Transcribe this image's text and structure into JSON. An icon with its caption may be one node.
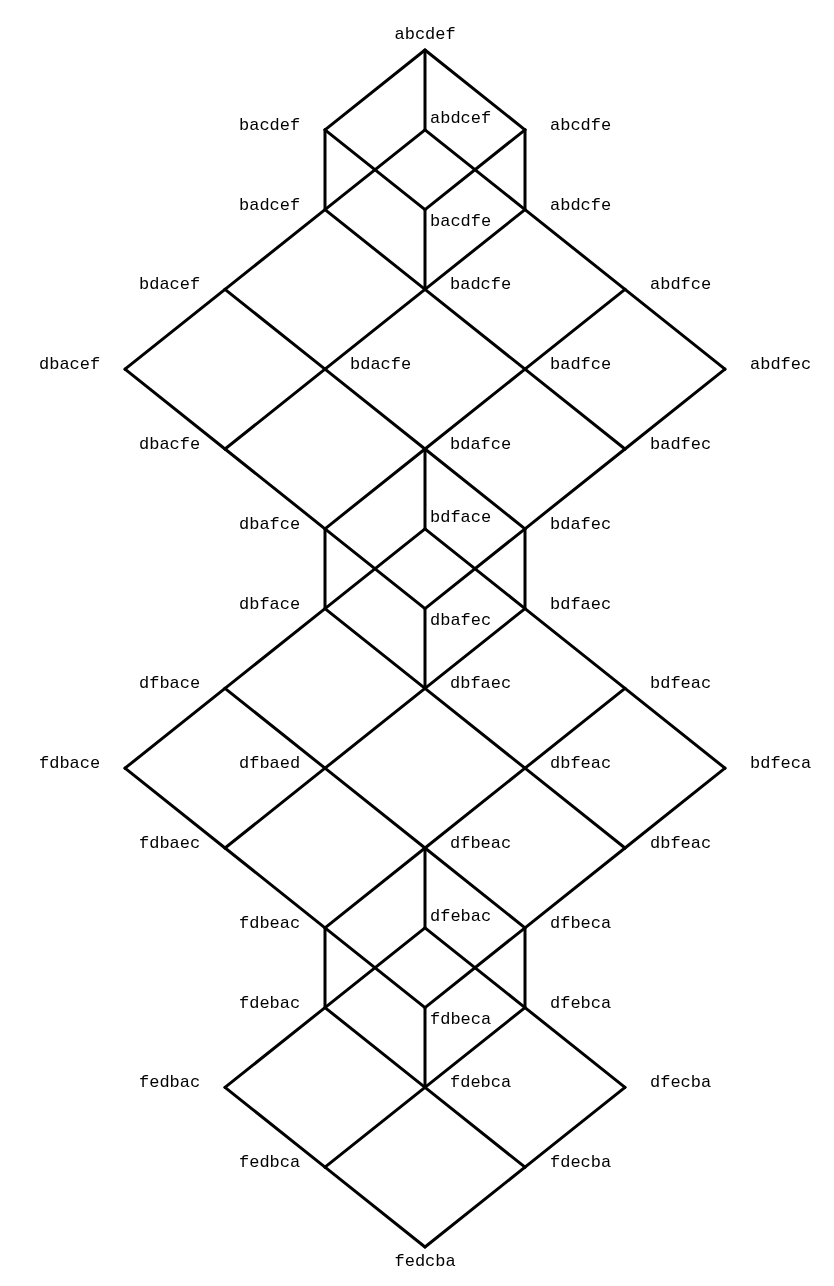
{
  "diagram": {
    "nodes": [
      {
        "text": [
          "abcdef"
        ]
      },
      {
        "text": [
          "bacdef"
        ]
      },
      {
        "text": [
          "abdcef"
        ]
      },
      {
        "text": [
          "abcdfe"
        ]
      },
      {
        "text": [
          "badcef"
        ]
      },
      {
        "text": [
          "bacdfe"
        ]
      },
      {
        "text": [
          "abdcfe"
        ]
      },
      {
        "text": [
          "bdacef"
        ]
      },
      {
        "text": [
          "badcfe"
        ]
      },
      {
        "text": [
          "abdfce"
        ]
      },
      {
        "text": [
          "dbacef"
        ]
      },
      {
        "text": [
          "bdacfe"
        ]
      },
      {
        "text": [
          "badfce"
        ]
      },
      {
        "text": [
          "abdfec"
        ]
      },
      {
        "text": [
          "dbacfe"
        ]
      },
      {
        "text": [
          "bdafce"
        ]
      },
      {
        "text": [
          "badfec"
        ]
      },
      {
        "text": [
          "dbafce"
        ]
      },
      {
        "text": [
          "bdface"
        ]
      },
      {
        "text": [
          "bdafec"
        ]
      },
      {
        "text": [
          "dbface"
        ]
      },
      {
        "text": [
          "dbafec"
        ]
      },
      {
        "text": [
          "bdfaec"
        ]
      },
      {
        "text": [
          "dfbace"
        ]
      },
      {
        "text": [
          "dbfaec"
        ]
      },
      {
        "text": [
          "bdfeac"
        ]
      },
      {
        "text": [
          "fdbace"
        ]
      },
      {
        "text": [
          "dfbaed"
        ]
      },
      {
        "text": [
          "dbfeac"
        ]
      },
      {
        "text": [
          "bdfeca"
        ]
      },
      {
        "text": [
          "fdbaec"
        ]
      },
      {
        "text": [
          "dfbeac"
        ]
      },
      {
        "text": [
          "dbfeac"
        ]
      },
      {
        "text": [
          "fdbeac"
        ]
      },
      {
        "text": [
          "dfebac"
        ]
      },
      {
        "text": [
          "dfbeca"
        ]
      },
      {
        "text": [
          "fdebac"
        ]
      },
      {
        "text": [
          "fdbeca"
        ]
      },
      {
        "text": [
          "dfebca"
        ]
      },
      {
        "text": [
          "fedbac"
        ]
      },
      {
        "text": [
          "fdebca"
        ]
      },
      {
        "text": [
          "dfecba"
        ]
      },
      {
        "text": [
          "fedbca"
        ]
      },
      {
        "text": [
          "fdecba"
        ]
      },
      {
        "text": [
          "fedcba"
        ]
      }
    ],
    "edges": [
      {
        "from": 0,
        "to": 1,
        "arrow": "none"
      },
      {
        "from": 0,
        "to": 2,
        "arrow": "none"
      },
      {
        "from": 0,
        "to": 3,
        "arrow": "none"
      },
      {
        "from": 1,
        "to": 4,
        "arrow": "none"
      },
      {
        "from": 1,
        "to": 5,
        "arrow": "none"
      },
      {
        "from": 3,
        "to": 6,
        "arrow": "none"
      },
      {
        "from": 3,
        "to": 5,
        "arrow": "none"
      },
      {
        "from": 2,
        "to": 4,
        "arrow": "none"
      },
      {
        "from": 2,
        "to": 6,
        "arrow": "none"
      },
      {
        "from": 4,
        "to": 8,
        "arrow": "none"
      },
      {
        "from": 5,
        "to": 8,
        "arrow": "none"
      },
      {
        "from": 6,
        "to": 8,
        "arrow": "none"
      },
      {
        "from": 4,
        "to": 7,
        "arrow": "none"
      },
      {
        "from": 6,
        "to": 9,
        "arrow": "none"
      },
      {
        "from": 7,
        "to": 10,
        "arrow": "none"
      },
      {
        "from": 7,
        "to": 11,
        "arrow": "none"
      },
      {
        "from": 8,
        "to": 11,
        "arrow": "none"
      },
      {
        "from": 8,
        "to": 12,
        "arrow": "none"
      },
      {
        "from": 9,
        "to": 12,
        "arrow": "none"
      },
      {
        "from": 9,
        "to": 13,
        "arrow": "none"
      },
      {
        "from": 10,
        "to": 14,
        "arrow": "none"
      },
      {
        "from": 11,
        "to": 14,
        "arrow": "none"
      },
      {
        "from": 11,
        "to": 15,
        "arrow": "none"
      },
      {
        "from": 12,
        "to": 15,
        "arrow": "none"
      },
      {
        "from": 12,
        "to": 16,
        "arrow": "none"
      },
      {
        "from": 13,
        "to": 16,
        "arrow": "none"
      },
      {
        "from": 14,
        "to": 17,
        "arrow": "none"
      },
      {
        "from": 15,
        "to": 17,
        "arrow": "none"
      },
      {
        "from": 15,
        "to": 19,
        "arrow": "none"
      },
      {
        "from": 16,
        "to": 19,
        "arrow": "none"
      },
      {
        "from": 15,
        "to": 18,
        "arrow": "none"
      },
      {
        "from": 17,
        "to": 20,
        "arrow": "none"
      },
      {
        "from": 17,
        "to": 21,
        "arrow": "none"
      },
      {
        "from": 19,
        "to": 22,
        "arrow": "none"
      },
      {
        "from": 19,
        "to": 21,
        "arrow": "none"
      },
      {
        "from": 18,
        "to": 20,
        "arrow": "none"
      },
      {
        "from": 18,
        "to": 22,
        "arrow": "none"
      },
      {
        "from": 20,
        "to": 24,
        "arrow": "none"
      },
      {
        "from": 21,
        "to": 24,
        "arrow": "none"
      },
      {
        "from": 22,
        "to": 24,
        "arrow": "none"
      },
      {
        "from": 20,
        "to": 23,
        "arrow": "none"
      },
      {
        "from": 22,
        "to": 25,
        "arrow": "none"
      },
      {
        "from": 23,
        "to": 26,
        "arrow": "none"
      },
      {
        "from": 23,
        "to": 27,
        "arrow": "none"
      },
      {
        "from": 24,
        "to": 27,
        "arrow": "none"
      },
      {
        "from": 24,
        "to": 28,
        "arrow": "none"
      },
      {
        "from": 25,
        "to": 28,
        "arrow": "none"
      },
      {
        "from": 25,
        "to": 29,
        "arrow": "none"
      },
      {
        "from": 26,
        "to": 30,
        "arrow": "none"
      },
      {
        "from": 27,
        "to": 30,
        "arrow": "none"
      },
      {
        "from": 27,
        "to": 31,
        "arrow": "none"
      },
      {
        "from": 28,
        "to": 31,
        "arrow": "none"
      },
      {
        "from": 28,
        "to": 32,
        "arrow": "none"
      },
      {
        "from": 29,
        "to": 32,
        "arrow": "none"
      },
      {
        "from": 30,
        "to": 33,
        "arrow": "none"
      },
      {
        "from": 31,
        "to": 33,
        "arrow": "none"
      },
      {
        "from": 31,
        "to": 35,
        "arrow": "none"
      },
      {
        "from": 32,
        "to": 35,
        "arrow": "none"
      },
      {
        "from": 31,
        "to": 34,
        "arrow": "none"
      },
      {
        "from": 33,
        "to": 36,
        "arrow": "none"
      },
      {
        "from": 33,
        "to": 37,
        "arrow": "none"
      },
      {
        "from": 35,
        "to": 38,
        "arrow": "none"
      },
      {
        "from": 35,
        "to": 37,
        "arrow": "none"
      },
      {
        "from": 34,
        "to": 36,
        "arrow": "none"
      },
      {
        "from": 34,
        "to": 38,
        "arrow": "none"
      },
      {
        "from": 36,
        "to": 40,
        "arrow": "none"
      },
      {
        "from": 37,
        "to": 40,
        "arrow": "none"
      },
      {
        "from": 38,
        "to": 40,
        "arrow": "none"
      },
      {
        "from": 36,
        "to": 39,
        "arrow": "none"
      },
      {
        "from": 38,
        "to": 41,
        "arrow": "none"
      },
      {
        "from": 39,
        "to": 42,
        "arrow": "none"
      },
      {
        "from": 40,
        "to": 42,
        "arrow": "none"
      },
      {
        "from": 40,
        "to": 43,
        "arrow": "none"
      },
      {
        "from": 41,
        "to": 43,
        "arrow": "none"
      },
      {
        "from": 42,
        "to": 44,
        "arrow": "none"
      },
      {
        "from": 43,
        "to": 44,
        "arrow": "none"
      }
    ]
  }
}
